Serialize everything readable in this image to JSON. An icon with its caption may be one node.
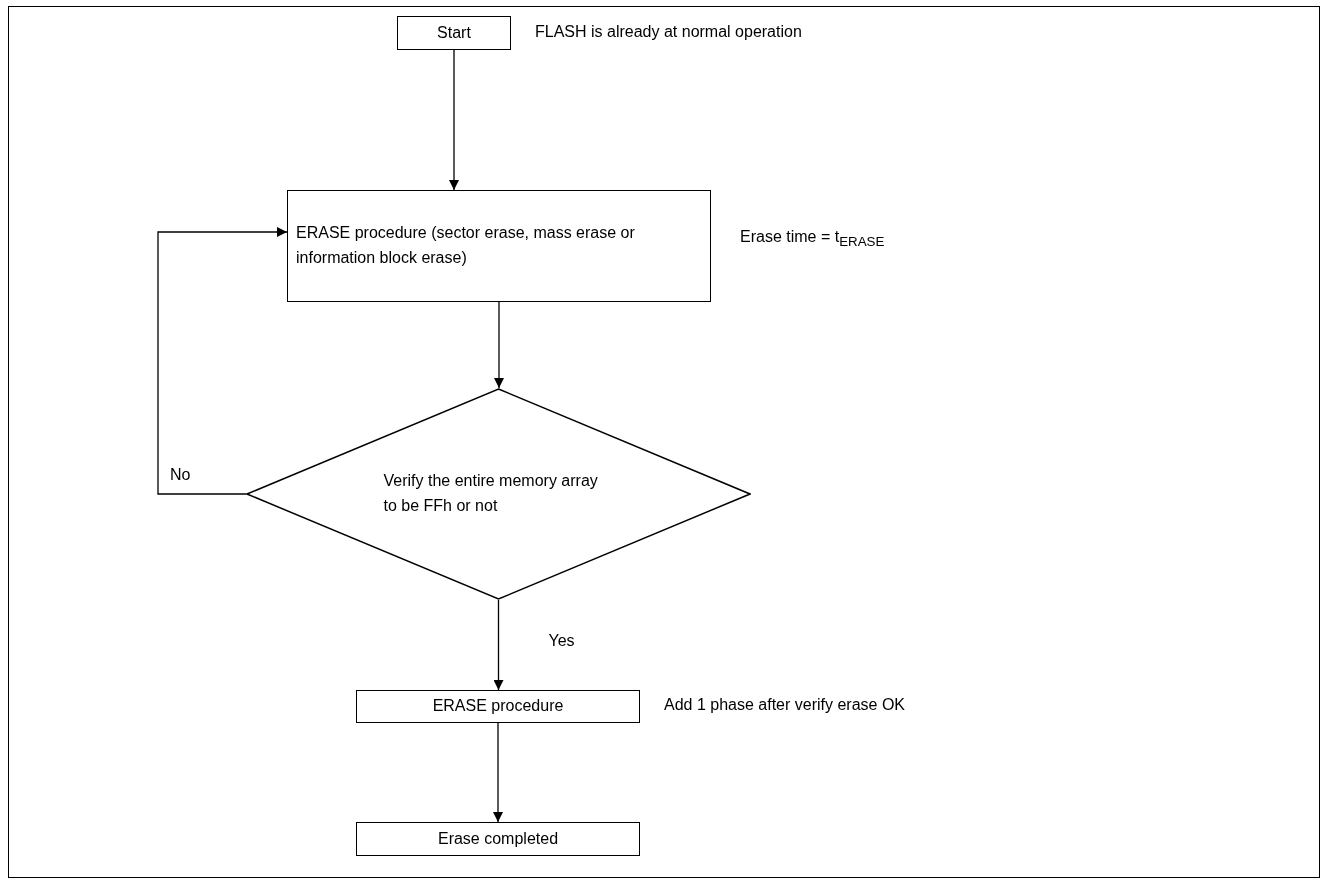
{
  "diagram": {
    "nodes": [
      {
        "text": [
          "Start"
        ],
        "beside": [
          "FLASH is already at normal operation"
        ]
      },
      {
        "text": [
          "ERASE procedure (sector erase, mass erase or information block erase)"
        ],
        "beside": [
          "Erase time = t$_{ERASE}$"
        ]
      },
      {
        "text": [
          "Verify the entire memory array to be FFh or not"
        ]
      },
      {
        "text": [
          "ERASE procedure"
        ],
        "beside": [
          "Add 1 phase after verify erase OK"
        ]
      },
      {
        "text": [
          "Erase completed"
        ]
      }
    ],
    "edges": [
      {
        "from": 0,
        "to": 1,
        "arrow": "to"
      },
      {
        "from": 1,
        "to": 2,
        "arrow": "to"
      },
      {
        "from": 2,
        "to": 3,
        "arrow": "to",
        "label": "Yes"
      },
      {
        "from": 2,
        "to": 1,
        "arrow": "to",
        "label": "No"
      },
      {
        "from": 3,
        "to": 4,
        "arrow": "to"
      }
    ]
  }
}
